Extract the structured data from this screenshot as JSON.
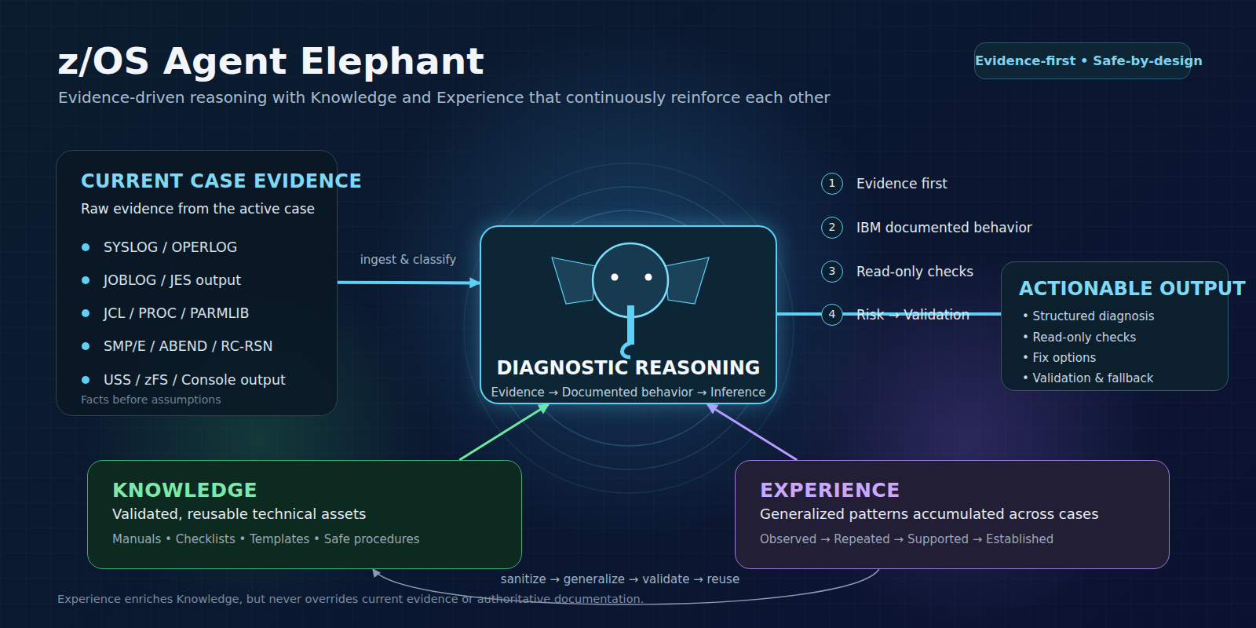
{
  "diagram": {
    "title": "z/OS Agent Elephant",
    "caption": "Evidence-driven reasoning with Knowledge and Experience that continuously reinforce each other",
    "nodes": [
      {
        "text": [
          "Evidence-first • Safe-by-design"
        ]
      },
      {
        "text": [
          "CURRENT CASE EVIDENCE",
          "Raw evidence from the active case",
          "SYSLOG / OPERLOG",
          "JOBLOG / JES output",
          "JCL / PROC / PARMLIB",
          "SMP/E / ABEND / RC-RSN",
          "USS / zFS / Console output",
          "Facts before assumptions"
        ]
      },
      {
        "text": [
          "DIAGNOSTIC REASONING",
          "Evidence → Documented behavior → Inference"
        ]
      },
      {
        "text": [
          "1",
          "Evidence first"
        ]
      },
      {
        "text": [
          "2",
          "IBM documented behavior"
        ]
      },
      {
        "text": [
          "3",
          "Read-only checks"
        ]
      },
      {
        "text": [
          "4",
          "Risk → Validation"
        ]
      },
      {
        "text": [
          "ACTIONABLE OUTPUT",
          "• Structured diagnosis",
          "• Read-only checks",
          "• Fix options",
          "• Validation & fallback"
        ]
      },
      {
        "text": [
          "KNOWLEDGE",
          "Validated, reusable technical assets",
          "Manuals • Checklists • Templates • Safe procedures"
        ]
      },
      {
        "text": [
          "EXPERIENCE",
          "Generalized patterns accumulated across cases",
          "Observed → Repeated → Supported → Established"
        ]
      }
    ],
    "edges": [
      {
        "from": 1,
        "to": 2,
        "label": "ingest & classify",
        "arrow": "to"
      },
      {
        "from": 2,
        "to": 7,
        "arrow": "none"
      },
      {
        "from": 8,
        "to": 2,
        "arrow": "to"
      },
      {
        "from": 9,
        "to": 2,
        "arrow": "to"
      },
      {
        "from": 9,
        "to": 8,
        "label": "sanitize → generalize → validate → reuse",
        "arrow": "to"
      }
    ],
    "labels": [
      "Experience enriches Knowledge, but never overrides current evidence or authoritative documentation."
    ]
  }
}
